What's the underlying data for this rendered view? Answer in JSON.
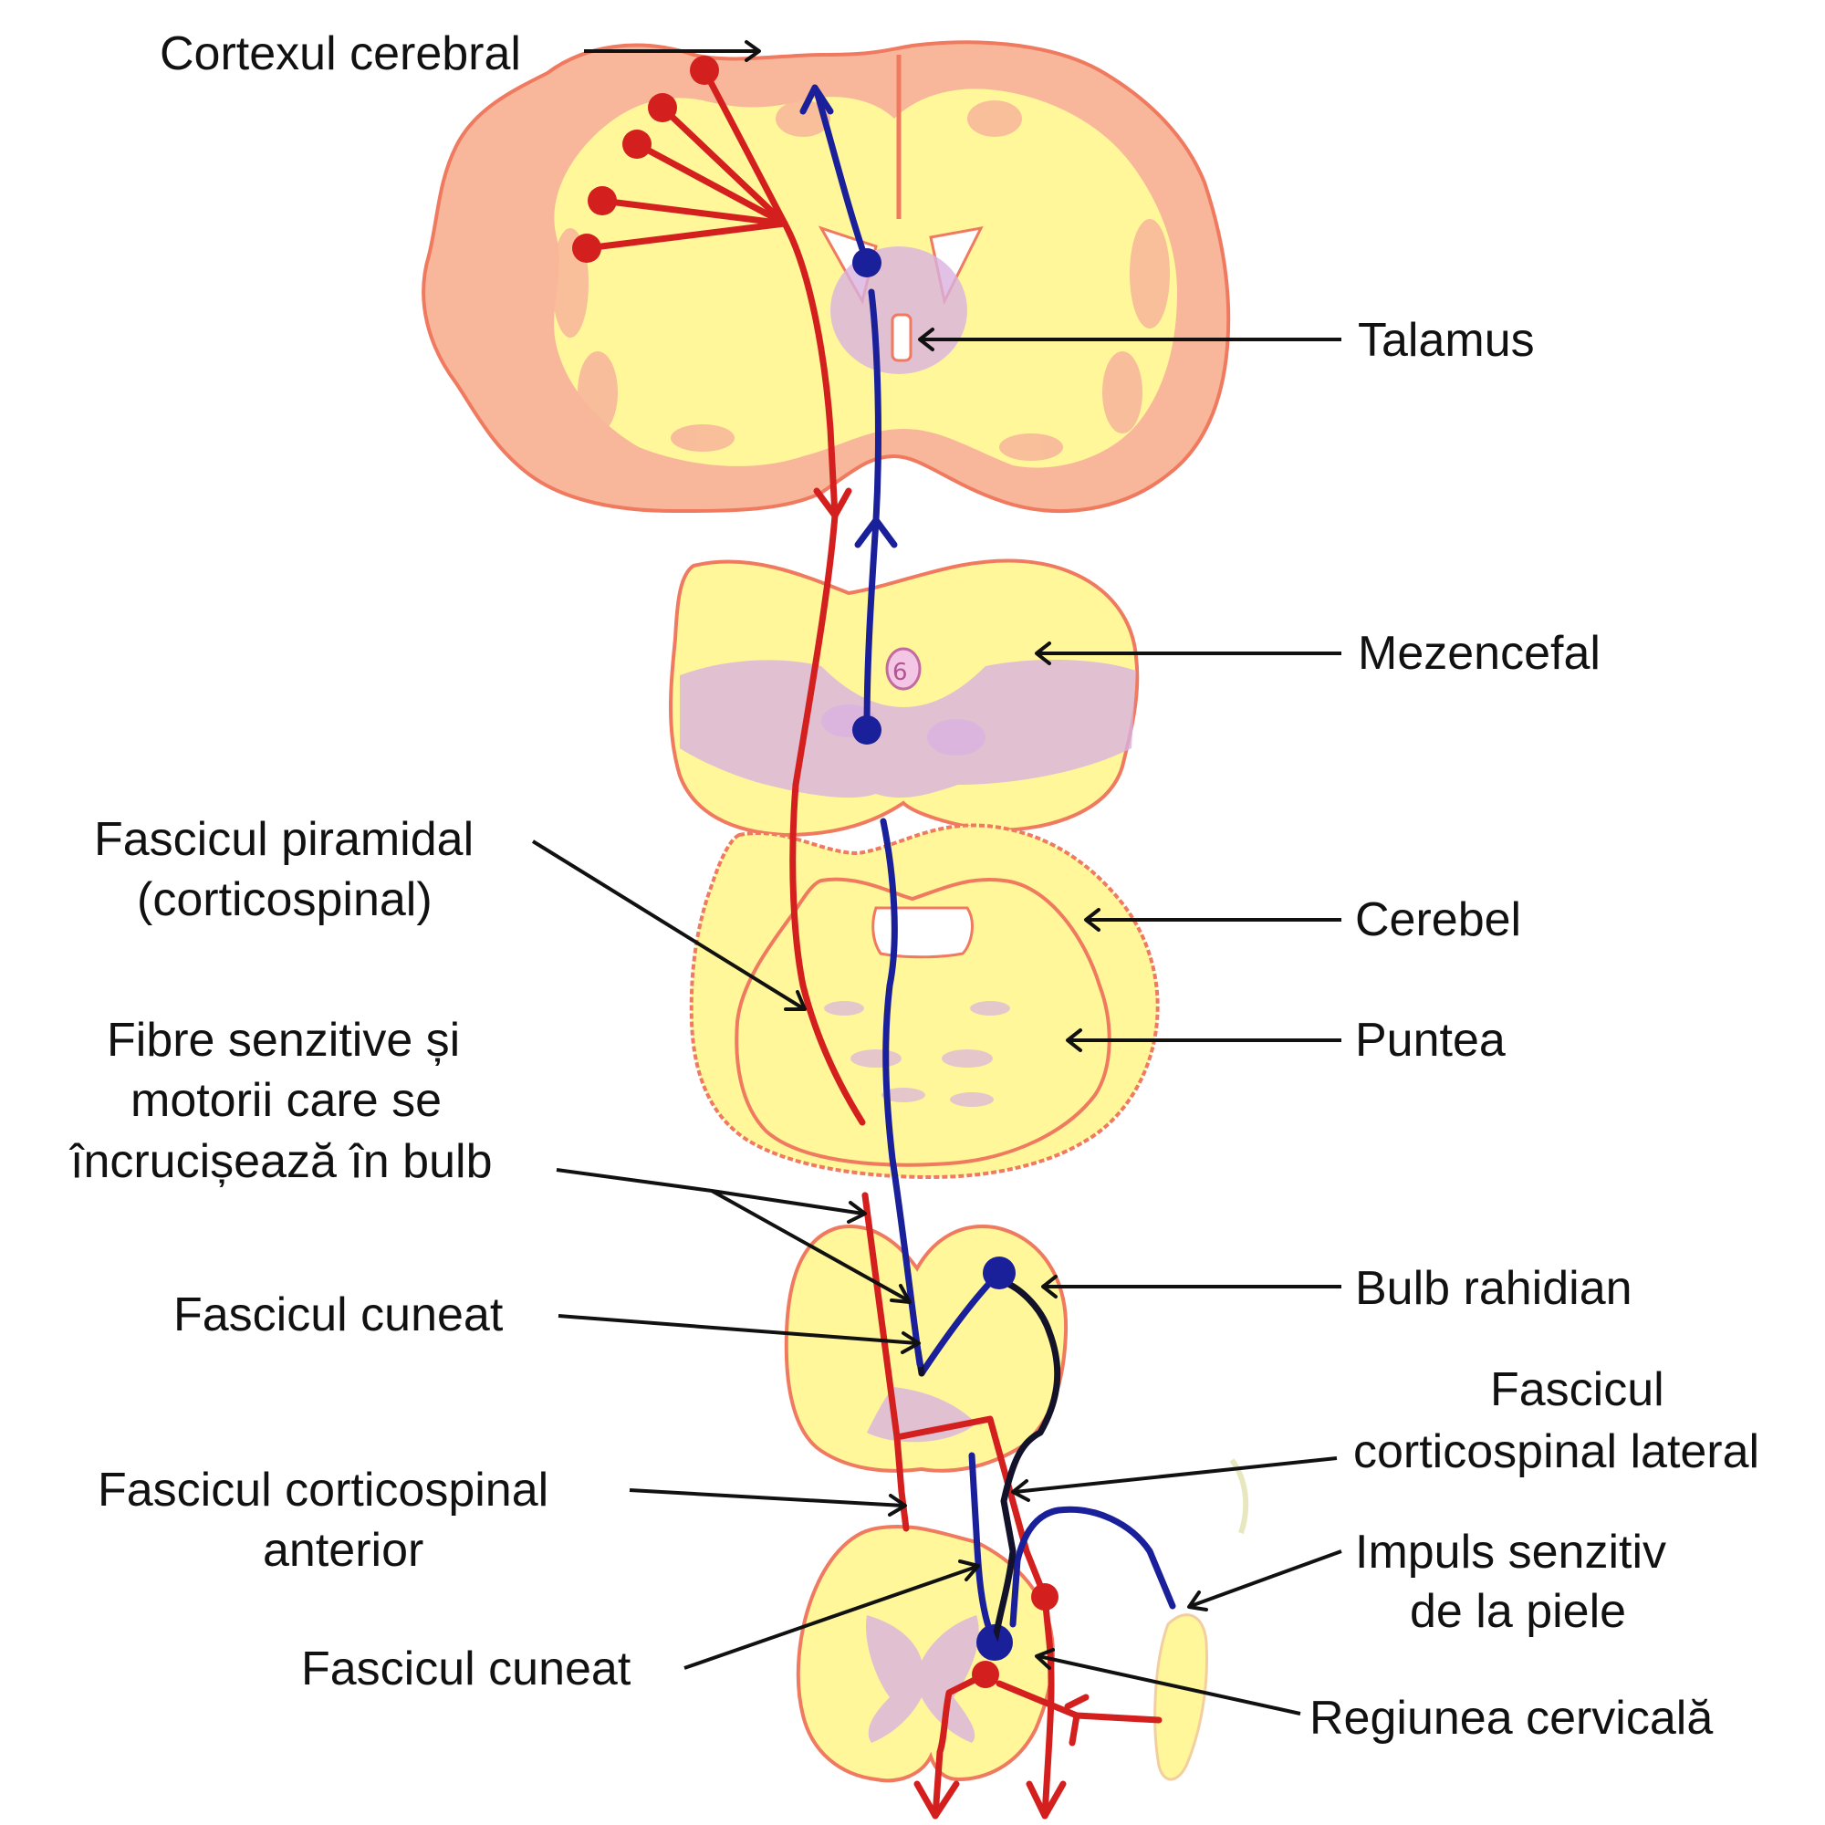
{
  "labels": {
    "cortex": "Cortexul cerebral",
    "thalamus": "Talamus",
    "midbrain": "Mezencefal",
    "pyramidal_1": "Fascicul piramidal",
    "pyramidal_2": "(corticospinal)",
    "cerebellum": "Cerebel",
    "pons": "Puntea",
    "crossing_1": "Fibre senzitive și",
    "crossing_2": "motorii care se",
    "crossing_3": "încrucișează în bulb",
    "cuneate_upper": "Fascicul cuneat",
    "medulla": "Bulb rahidian",
    "lateral_cs_1": "Fascicul",
    "lateral_cs_2": "corticospinal lateral",
    "anterior_cs_1": "Fascicul corticospinal",
    "anterior_cs_2": "anterior",
    "skin_impulse_1": "Impuls senzitiv",
    "skin_impulse_2": "de la piele",
    "cuneate_lower": "Fascicul cuneat",
    "cervical": "Regiunea cervicală"
  },
  "colors": {
    "motor_pathway": "#d41f1f",
    "sensory_pathway": "#1a1f9a",
    "tissue_fill": "#fff79a",
    "tissue_border": "#f07a60",
    "grey_matter": "#d9b2e0"
  }
}
